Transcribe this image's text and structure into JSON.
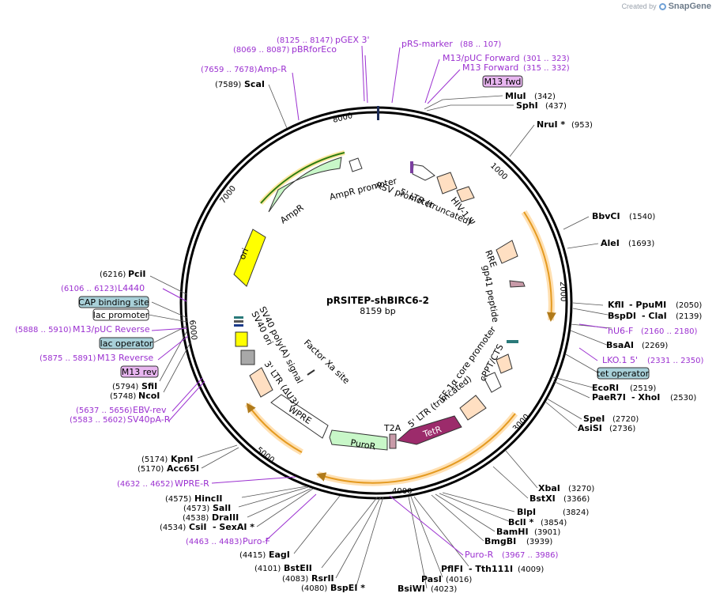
{
  "header": {
    "created_by": "Created by",
    "app_name": "SnapGene"
  },
  "plasmid": {
    "name": "pRSITEP-shBIRC6-2",
    "length": "8159 bp",
    "total": 8159
  },
  "ticks": [
    "1000",
    "2000",
    "3000",
    "4000",
    "5000",
    "6000",
    "7000",
    "8000"
  ],
  "colors": {
    "primer": "#9b30d0",
    "feature_fill": "#ffdfc2",
    "gene_fill": "#c8f7c8",
    "orf_orange": "#f3a32b",
    "tetR": "#9c2b6b",
    "ori": "#ffff00",
    "backbone": "#000000"
  },
  "enzymes": {
    "right": [
      {
        "id": "mlui",
        "name": "MluI",
        "pos": "(342)"
      },
      {
        "id": "sphi",
        "name": "SphI",
        "pos": "(437)"
      },
      {
        "id": "nrui",
        "name": "NruI *",
        "pos": "(953)"
      },
      {
        "id": "bbvci",
        "name": "BbvCI",
        "pos": "(1540)"
      },
      {
        "id": "alei",
        "name": "AleI",
        "pos": "(1693)"
      },
      {
        "id": "kfli",
        "name": "KflI",
        "name2": "- PpuMI",
        "pos": "(2050)"
      },
      {
        "id": "bspdi",
        "name": "BspDI",
        "name2": "- ClaI",
        "pos": "(2139)"
      },
      {
        "id": "bsaai",
        "name": "BsaAI",
        "pos": "(2269)"
      },
      {
        "id": "ecori",
        "name": "EcoRI",
        "pos": "(2519)"
      },
      {
        "id": "paer7i",
        "name": "PaeR7I",
        "name2": "- XhoI",
        "pos": "(2530)"
      },
      {
        "id": "spei",
        "name": "SpeI",
        "pos": "(2720)"
      },
      {
        "id": "asisi",
        "name": "AsiSI",
        "pos": "(2736)"
      },
      {
        "id": "xbai",
        "name": "XbaI",
        "pos": "(3270)"
      },
      {
        "id": "bstxi",
        "name": "BstXI",
        "pos": "(3366)"
      },
      {
        "id": "blpi",
        "name": "BlpI",
        "pos": "(3824)"
      },
      {
        "id": "bcli",
        "name": "BclI *",
        "pos": "(3854)"
      },
      {
        "id": "bamhi",
        "name": "BamHI",
        "pos": "(3901)"
      },
      {
        "id": "bmgbi",
        "name": "BmgBI",
        "pos": "(3939)"
      },
      {
        "id": "pflfi",
        "name": "PflFI",
        "name2": "- Tth111I",
        "pos": "(4009)"
      },
      {
        "id": "pasi",
        "name": "PasI",
        "pos": "(4016)"
      },
      {
        "id": "bsiwi",
        "name": "BsiWI",
        "pos": "(4023)"
      }
    ],
    "left": [
      {
        "id": "scai",
        "name": "ScaI",
        "pos": "(7589)"
      },
      {
        "id": "pcii",
        "name": "PciI",
        "pos": "(6216)"
      },
      {
        "id": "sfii",
        "name": "SfiI",
        "pos": "(5794)"
      },
      {
        "id": "ncoi",
        "name": "NcoI",
        "pos": "(5748)"
      },
      {
        "id": "kpni",
        "name": "KpnI",
        "pos": "(5174)"
      },
      {
        "id": "acc65i",
        "name": "Acc65I",
        "pos": "(5170)"
      },
      {
        "id": "hincii",
        "name": "HincII",
        "pos": "(4575)"
      },
      {
        "id": "sali",
        "name": "SalI",
        "pos": "(4573)"
      },
      {
        "id": "draiii",
        "name": "DraIII",
        "pos": "(4538)"
      },
      {
        "id": "csii",
        "name": "CsiI",
        "name2": "- SexAI *",
        "pos": "(4534)"
      },
      {
        "id": "eagi",
        "name": "EagI",
        "pos": "(4415)"
      },
      {
        "id": "bsteii",
        "name": "BstEII",
        "pos": "(4101)"
      },
      {
        "id": "rsrii",
        "name": "RsrII",
        "pos": "(4083)"
      },
      {
        "id": "bspei",
        "name": "BspEI *",
        "pos": "(4080)"
      }
    ]
  },
  "primers": [
    {
      "id": "pgex3",
      "name": "pGEX 3'",
      "range": "(8125 .. 8147)"
    },
    {
      "id": "pbrforeco",
      "name": "pBRforEco",
      "range": "(8069 .. 8087)"
    },
    {
      "id": "prsmarker",
      "name": "pRS-marker",
      "range": "(88 .. 107)"
    },
    {
      "id": "m13puc",
      "name": "M13/pUC Forward",
      "range": "(301 .. 323)"
    },
    {
      "id": "m13fwd",
      "name": "M13 Forward",
      "range": "(315 .. 332)"
    },
    {
      "id": "ampr",
      "name": "Amp-R",
      "range": "(7659 .. 7678)"
    },
    {
      "id": "l4440",
      "name": "L4440",
      "range": "(6106 .. 6123)"
    },
    {
      "id": "m13pucrev",
      "name": "M13/pUC Reverse",
      "range": "(5888 .. 5910)"
    },
    {
      "id": "m13rev",
      "name": "M13 Reverse",
      "range": "(5875 .. 5891)"
    },
    {
      "id": "ebvrev",
      "name": "EBV-rev",
      "range": "(5637 .. 5656)"
    },
    {
      "id": "sv40par",
      "name": "SV40pA-R",
      "range": "(5583 .. 5602)"
    },
    {
      "id": "wprer",
      "name": "WPRE-R",
      "range": "(4632 .. 4652)"
    },
    {
      "id": "purof",
      "name": "Puro-F",
      "range": "(4463 .. 4483)"
    },
    {
      "id": "puror",
      "name": "Puro-R",
      "range": "(3967 .. 3986)"
    },
    {
      "id": "hu6f",
      "name": "hU6-F",
      "range": "(2160 .. 2180)"
    },
    {
      "id": "lko15",
      "name": "LKO.1 5'",
      "range": "(2331 .. 2350)"
    }
  ],
  "boxes": [
    {
      "id": "m13fwd-box",
      "label": "M13 fwd"
    },
    {
      "id": "cap-box",
      "label": "CAP binding site"
    },
    {
      "id": "lacprom-box",
      "label": "lac promoter"
    },
    {
      "id": "lacop-box",
      "label": "lac operator"
    },
    {
      "id": "m13rev-box",
      "label": "M13 rev"
    },
    {
      "id": "tetop-box",
      "label": "tet operator"
    }
  ],
  "features": {
    "rsv": "RSV promoter",
    "ltr5": "5' LTR (truncated)",
    "hiv": "HIV-1 Ψ",
    "rre": "RRE",
    "gp41": "gp41 peptide",
    "ampr_prom": "AmpR promoter",
    "ampr": "AmpR",
    "ori": "ori",
    "sv40pa": "SV40 poly(A) signal",
    "sv40ori": "SV40 ori",
    "ltr3": "3' LTR (ΔU3)",
    "factorxa": "Factor Xa site",
    "wpre": "WPRE",
    "puror": "PuroR",
    "t2a": "T2A",
    "tetr": "TetR",
    "ltr5b": "5' LTR (truncated)",
    "ef1a": "EF-1α core promoter",
    "cppt": "cPPT/CTS"
  }
}
